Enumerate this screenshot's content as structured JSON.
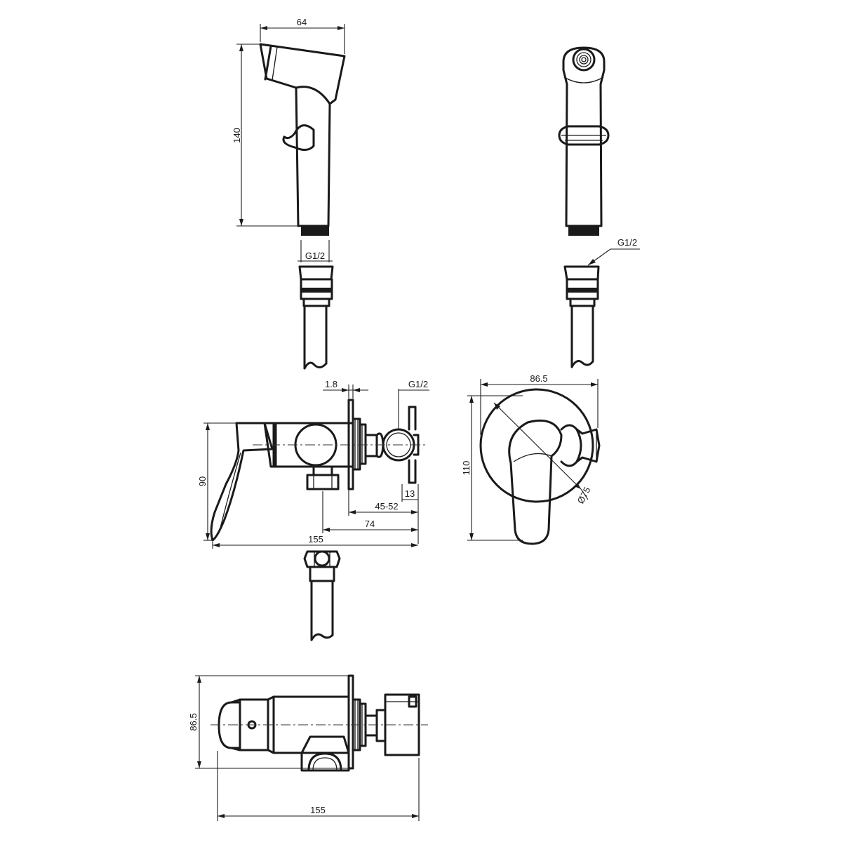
{
  "dimensions": {
    "spray_width": "64",
    "spray_height": "140",
    "spray_thread_side": "G1/2",
    "spray_thread_front": "G1/2",
    "plate_thickness": "1.8",
    "outlet_thread": "G1/2",
    "body_height": "90",
    "wall_depth": "45-52",
    "outlet_offset": "13",
    "outlet_depth": "74",
    "body_length_side": "155",
    "plate_width": "86.5",
    "plate_height": "110",
    "plate_diameter": "Ø75",
    "top_height": "86.5",
    "body_length_top": "155"
  }
}
